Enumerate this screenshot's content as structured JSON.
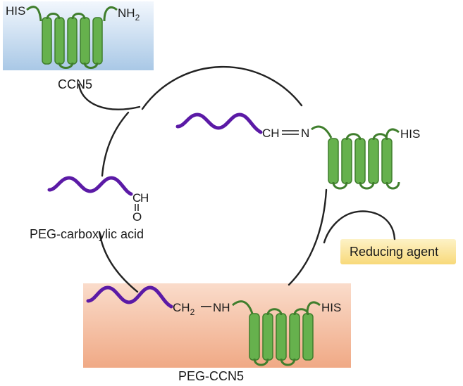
{
  "ccn5_box": {
    "his": "HIS",
    "nh": "NH",
    "nh_sub": "2",
    "label": "CCN5"
  },
  "imine": {
    "ch": "CH",
    "n": "N",
    "his": "HIS"
  },
  "peg_acid": {
    "c": "C",
    "h": "H",
    "o": "O",
    "label": "PEG-carboxylic acid"
  },
  "reducing_agent": {
    "label": "Reducing agent"
  },
  "product": {
    "ch": "CH",
    "ch_sub": "2",
    "nh": "NH",
    "his": "HIS",
    "label": "PEG-CCN5"
  },
  "colors": {
    "protein": "#66b14d",
    "protein_stroke": "#3f7e2c",
    "peg": "#5b1aa6",
    "box_blue_top": "#f2f7fd",
    "box_blue_bottom": "#a9c8e6",
    "box_peach_top": "#fadccb",
    "box_peach_bottom": "#f0a985",
    "reducing_fill": "#fbe6a3"
  }
}
